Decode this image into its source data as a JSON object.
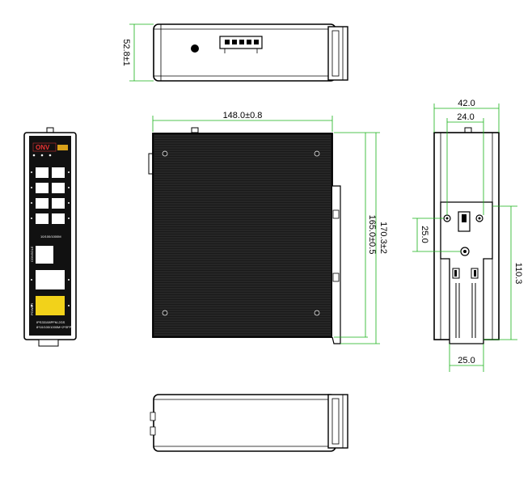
{
  "front_panel": {
    "logo_text": "ONV",
    "port_label": "10/100/1000M",
    "console_label": "CONSOLE",
    "power_label": "POWER",
    "footer_line1": "IPS33108PFM-2GS",
    "footer_line2": "8*10/100/1000M+2*SFP"
  },
  "dimensions": {
    "height_top": "52.8±1",
    "width_main": "148.0±0.8",
    "height_outer": "170.3±2",
    "height_inner": "165.0±0.5",
    "side_outer_width": "42.0",
    "side_inner_width": "24.0",
    "side_hole_spacing": "25.0",
    "side_rail_height": "110.3",
    "side_bottom_width": "25.0"
  },
  "colors": {
    "dimension_line": "#19b219",
    "outline": "#000000",
    "heatsink": "#1a1a1a",
    "warning_yellow": "#f2d21a"
  }
}
